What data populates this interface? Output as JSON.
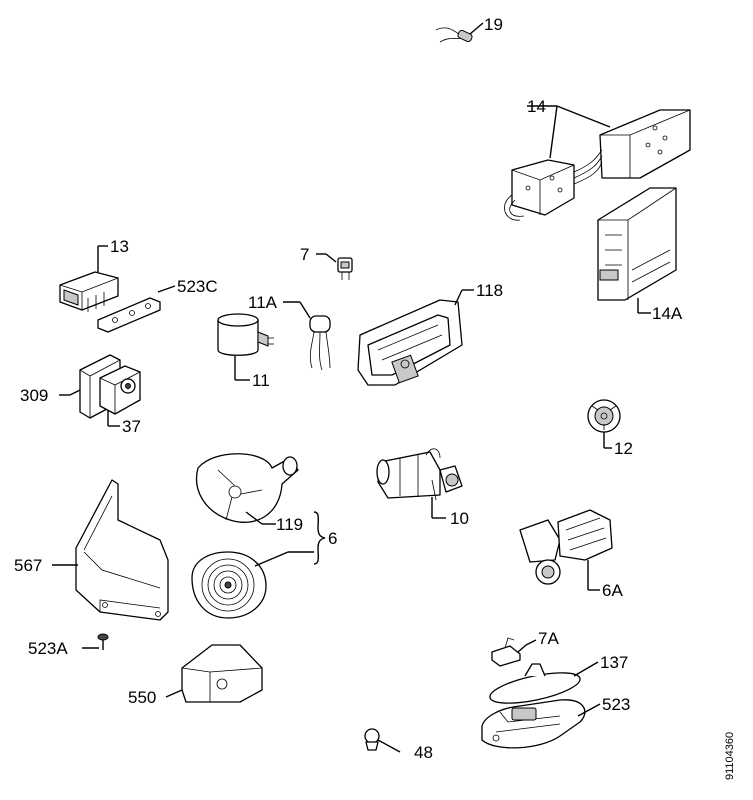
{
  "labels": {
    "p19": "19",
    "p14": "14",
    "p13": "13",
    "p7": "7",
    "p523c_num": "523",
    "p523c_suffix": "C",
    "p118": "118",
    "p11a_num": "11",
    "p11a_suffix": "A",
    "p14a_num": "14",
    "p14a_suffix": "A",
    "p11": "11",
    "p309": "309",
    "p37": "37",
    "p12": "12",
    "p119": "119",
    "p6": "6",
    "p10": "10",
    "p567": "567",
    "p6a_num": "6",
    "p6a_suffix": "A",
    "p523a_num": "523",
    "p523a_suffix": "A",
    "p7a_num": "7",
    "p7a_suffix": "A",
    "p137": "137",
    "p550": "550",
    "p523": "523",
    "p48": "48"
  },
  "document_number": "91104360"
}
